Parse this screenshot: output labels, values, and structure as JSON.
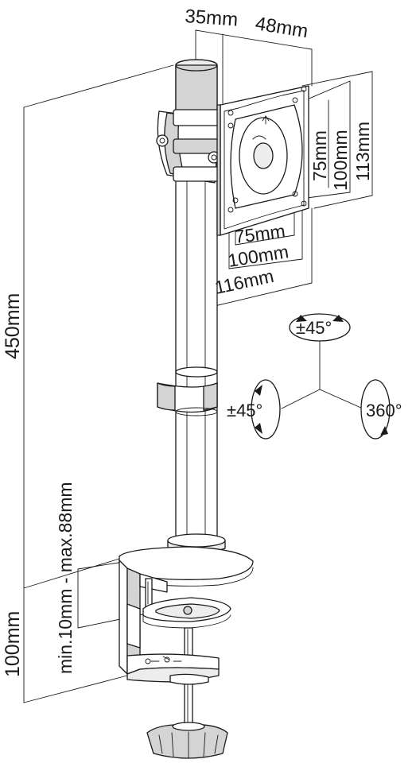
{
  "dimensions": {
    "top_left": "35mm",
    "top_right": "48mm",
    "vesa_h_75": "75mm",
    "vesa_h_100": "100mm",
    "vesa_h_113": "113mm",
    "vesa_w_75": "75mm",
    "vesa_w_100": "100mm",
    "vesa_w_116": "116mm",
    "height_450": "450mm",
    "clamp_range": "min.10mm - max.88mm",
    "clamp_100": "100mm"
  },
  "rotation": {
    "tilt": "±45°",
    "swivel": "±45°",
    "rotate": "360°"
  },
  "colors": {
    "line": "#1a1a1a",
    "shade": "#d4d4d4",
    "background": "#ffffff"
  }
}
